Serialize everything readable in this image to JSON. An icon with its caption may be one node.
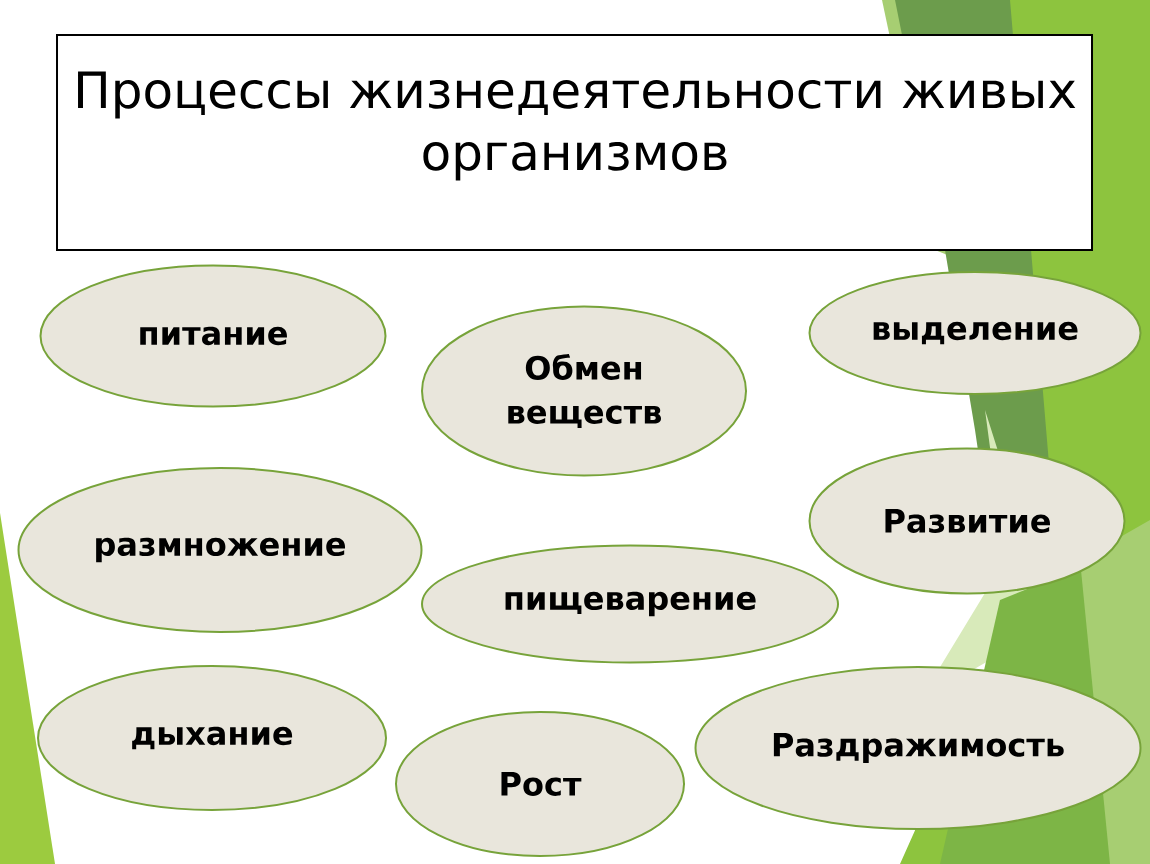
{
  "diagram": {
    "title": "Процессы жизнедеятельности живых организмов",
    "nodes": [
      {
        "text": [
          "питание"
        ]
      },
      {
        "text": [
          "Обмен веществ"
        ]
      },
      {
        "text": [
          "выделение"
        ]
      },
      {
        "text": [
          "размножение"
        ]
      },
      {
        "text": [
          "пищеварение"
        ]
      },
      {
        "text": [
          "Развитие"
        ]
      },
      {
        "text": [
          "дыхание"
        ]
      },
      {
        "text": [
          "Рост"
        ]
      },
      {
        "text": [
          "Раздражимость"
        ]
      }
    ]
  }
}
